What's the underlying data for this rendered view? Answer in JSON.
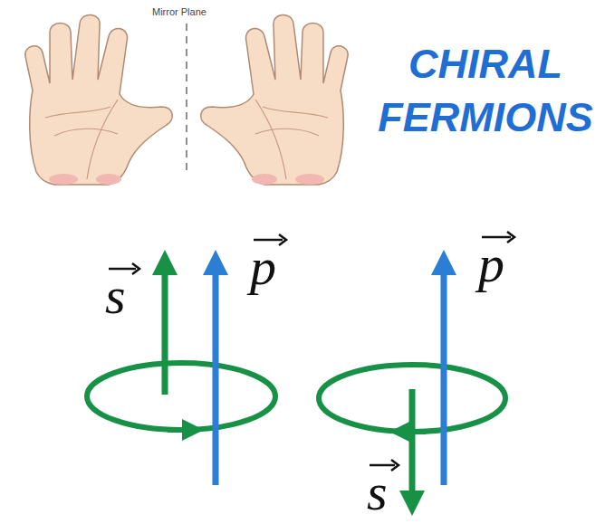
{
  "diagram": {
    "title": "CHIRAL FERMIONS",
    "labels": [
      "Mirror Plane",
      "s",
      "p",
      "p",
      "s"
    ]
  }
}
